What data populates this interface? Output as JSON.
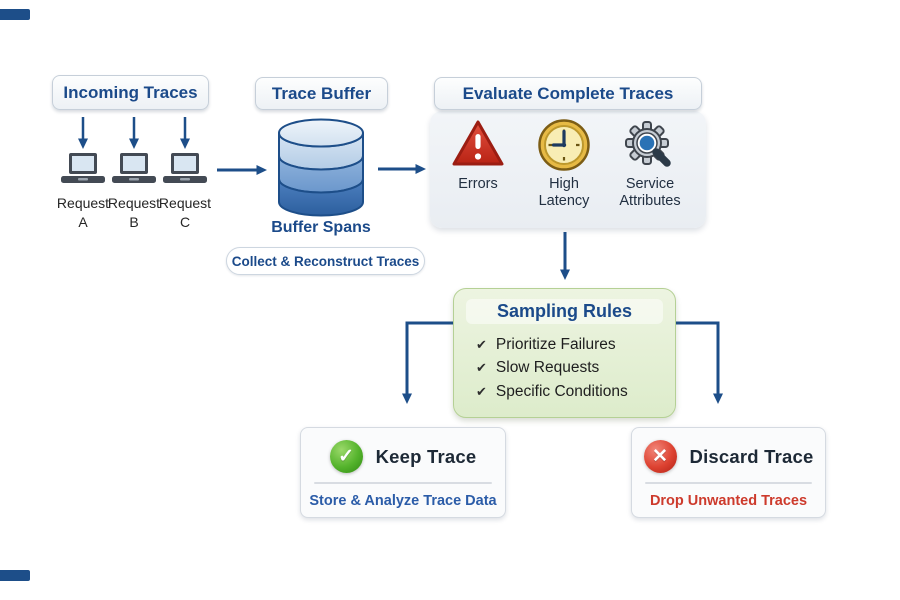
{
  "colors": {
    "arrow": "#1d4e89",
    "heading": "#1b4a8a",
    "dark-title": "#1d2936",
    "rule-text": "#1e1e1e",
    "label-text": "#223042",
    "request-text": "#262626",
    "keep-subtitle": "#2b5ca8",
    "discard-subtitle": "#cd3a2c",
    "keep-green": "#54b32c",
    "discard-red": "#dd4231",
    "sampling-border": "#b5d095",
    "panel-bg": "#f2f5f8"
  },
  "incoming": {
    "title": "Incoming Traces",
    "requests": [
      {
        "word": "Request",
        "id": "A"
      },
      {
        "word": "Request",
        "id": "B"
      },
      {
        "word": "Request",
        "id": "C"
      }
    ]
  },
  "buffer": {
    "title": "Trace Buffer",
    "label": "Buffer Spans",
    "note": "Collect & Reconstruct Traces"
  },
  "evaluate": {
    "title": "Evaluate Complete Traces",
    "criteria": [
      {
        "icon": "alert-triangle-icon",
        "lines": [
          "Errors"
        ]
      },
      {
        "icon": "clock-icon",
        "lines": [
          "High",
          "Latency"
        ]
      },
      {
        "icon": "gear-magnifier-icon",
        "lines": [
          "Service",
          "Attributes"
        ]
      }
    ]
  },
  "sampling": {
    "title": "Sampling Rules",
    "check_glyph": "✔",
    "rules": [
      "Prioritize Failures",
      "Slow Requests",
      "Specific Conditions"
    ]
  },
  "keep": {
    "title": "Keep Trace",
    "subtitle": "Store & Analyze Trace Data",
    "icon_glyph": "✓"
  },
  "discard": {
    "title": "Discard Trace",
    "subtitle": "Drop Unwanted Traces",
    "icon_glyph": "✕"
  }
}
